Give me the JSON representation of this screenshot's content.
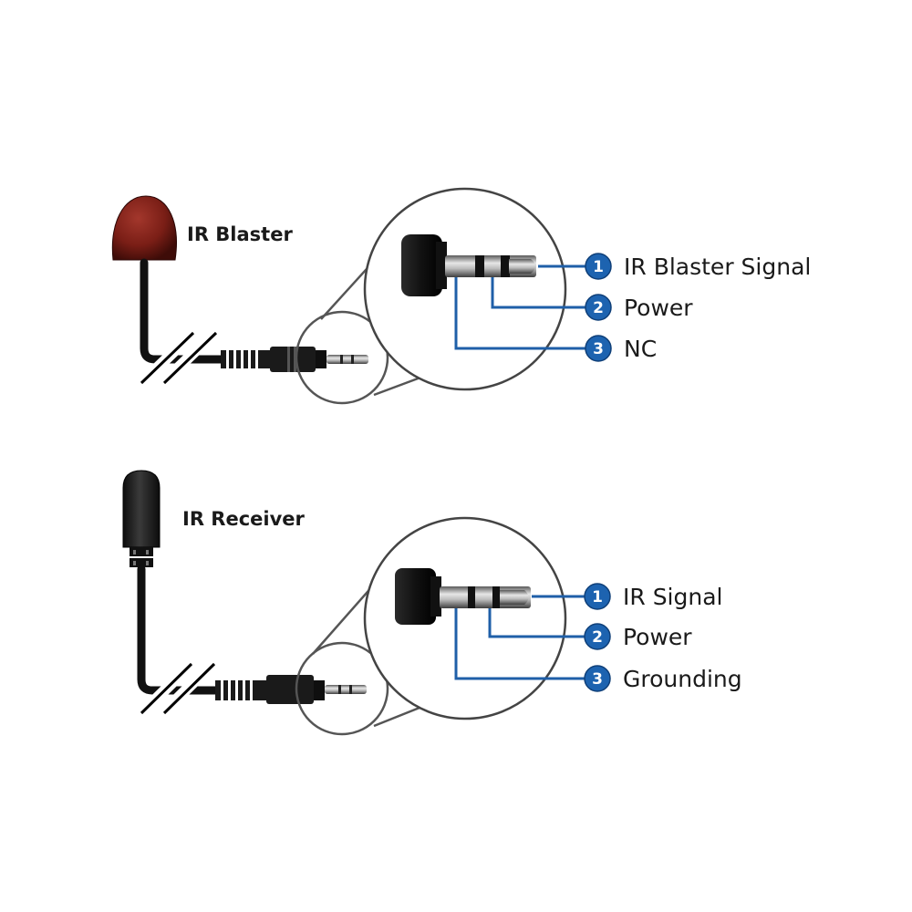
{
  "colors": {
    "accent": "#1f5fa8",
    "badge_fill": "#1d63b0",
    "blaster_head": "#7a1e16",
    "cable": "#111111"
  },
  "sections": [
    {
      "id": "blaster",
      "device_label": "IR Blaster",
      "head_icon": "ir-blaster-head",
      "pins": [
        {
          "number": "1",
          "label": "IR Blaster Signal"
        },
        {
          "number": "2",
          "label": "Power"
        },
        {
          "number": "3",
          "label": "NC"
        }
      ]
    },
    {
      "id": "receiver",
      "device_label": "IR Receiver",
      "head_icon": "ir-receiver-head",
      "pins": [
        {
          "number": "1",
          "label": "IR Signal"
        },
        {
          "number": "2",
          "label": "Power"
        },
        {
          "number": "3",
          "label": "Grounding"
        }
      ]
    }
  ]
}
